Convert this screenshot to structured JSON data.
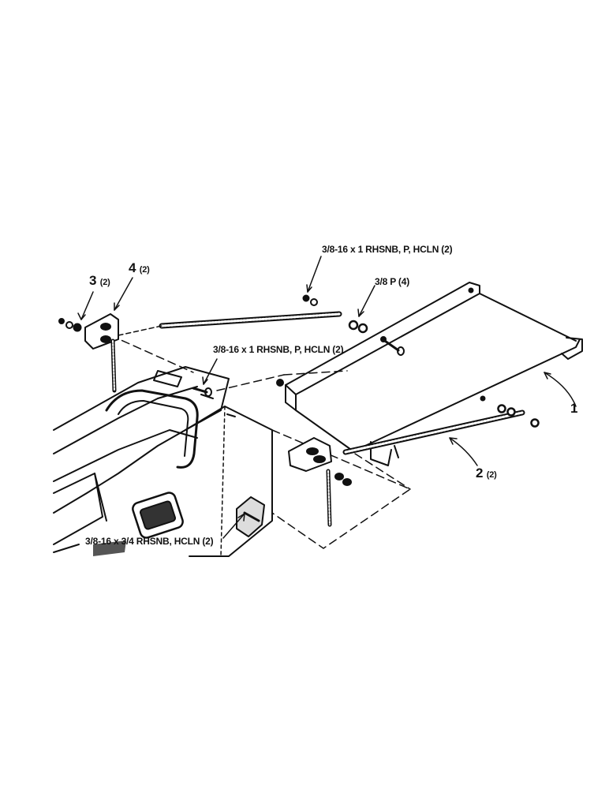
{
  "labels": {
    "item1": {
      "num": "1",
      "qty": ""
    },
    "item2": {
      "num": "2",
      "qty": "(2)"
    },
    "item3": {
      "num": "3",
      "qty": "(2)"
    },
    "item4": {
      "num": "4",
      "qty": "(2)"
    },
    "bolt_top": "3/8-16 x 1 RHSNB, P, HCLN (2)",
    "washer": "3/8 P (4)",
    "bolt_mid": "3/8-16 x 1 RHSNB, P, HCLN (2)",
    "bolt_bottom": "3/8-16 x 3/4 RHSNB, HCLN (2)"
  },
  "colors": {
    "ink": "#111111",
    "paper": "#ffffff"
  }
}
